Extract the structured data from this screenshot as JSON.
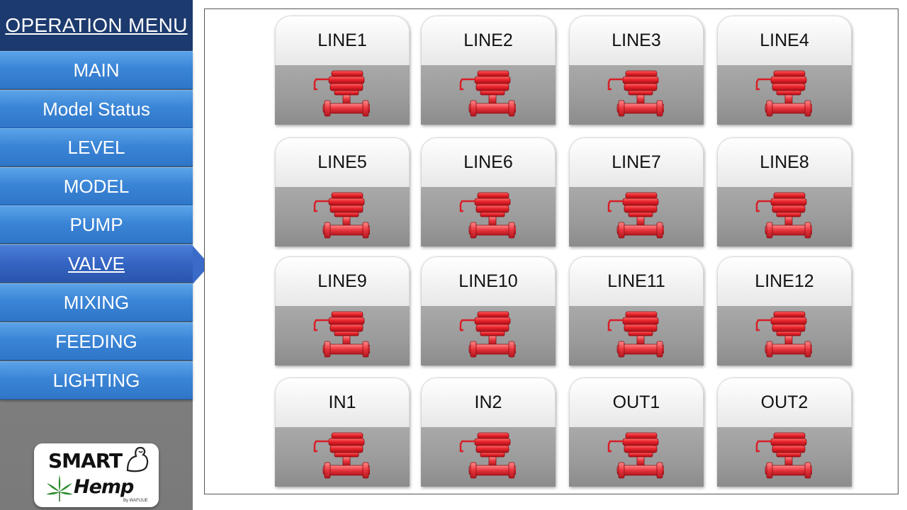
{
  "sidebar": {
    "header": "OPERATION MENU",
    "items": [
      {
        "label": "MAIN"
      },
      {
        "label": "Model Status"
      },
      {
        "label": "LEVEL"
      },
      {
        "label": "MODEL"
      },
      {
        "label": "PUMP"
      },
      {
        "label": "VALVE"
      },
      {
        "label": "MIXING"
      },
      {
        "label": "FEEDING"
      },
      {
        "label": "LIGHTING"
      }
    ],
    "active_item": "VALVE"
  },
  "logo": {
    "line1": "SMART",
    "line2": "Hemp",
    "byline": "By WAFIJUE"
  },
  "valves": [
    {
      "label": "LINE1"
    },
    {
      "label": "LINE2"
    },
    {
      "label": "LINE3"
    },
    {
      "label": "LINE4"
    },
    {
      "label": "LINE5"
    },
    {
      "label": "LINE6"
    },
    {
      "label": "LINE7"
    },
    {
      "label": "LINE8"
    },
    {
      "label": "LINE9"
    },
    {
      "label": "LINE10"
    },
    {
      "label": "LINE11"
    },
    {
      "label": "LINE12"
    },
    {
      "label": "IN1"
    },
    {
      "label": "IN2"
    },
    {
      "label": "OUT1"
    },
    {
      "label": "OUT2"
    }
  ],
  "colors": {
    "menu_header": "#1c3a6e",
    "menu_item": "#3b85d6",
    "menu_active": "#3465c2",
    "valve_red": "#e8242c",
    "sidebar_bg": "#808080"
  },
  "icons": {
    "valve": "valve-icon",
    "active_indicator": "arrow-right-icon"
  }
}
